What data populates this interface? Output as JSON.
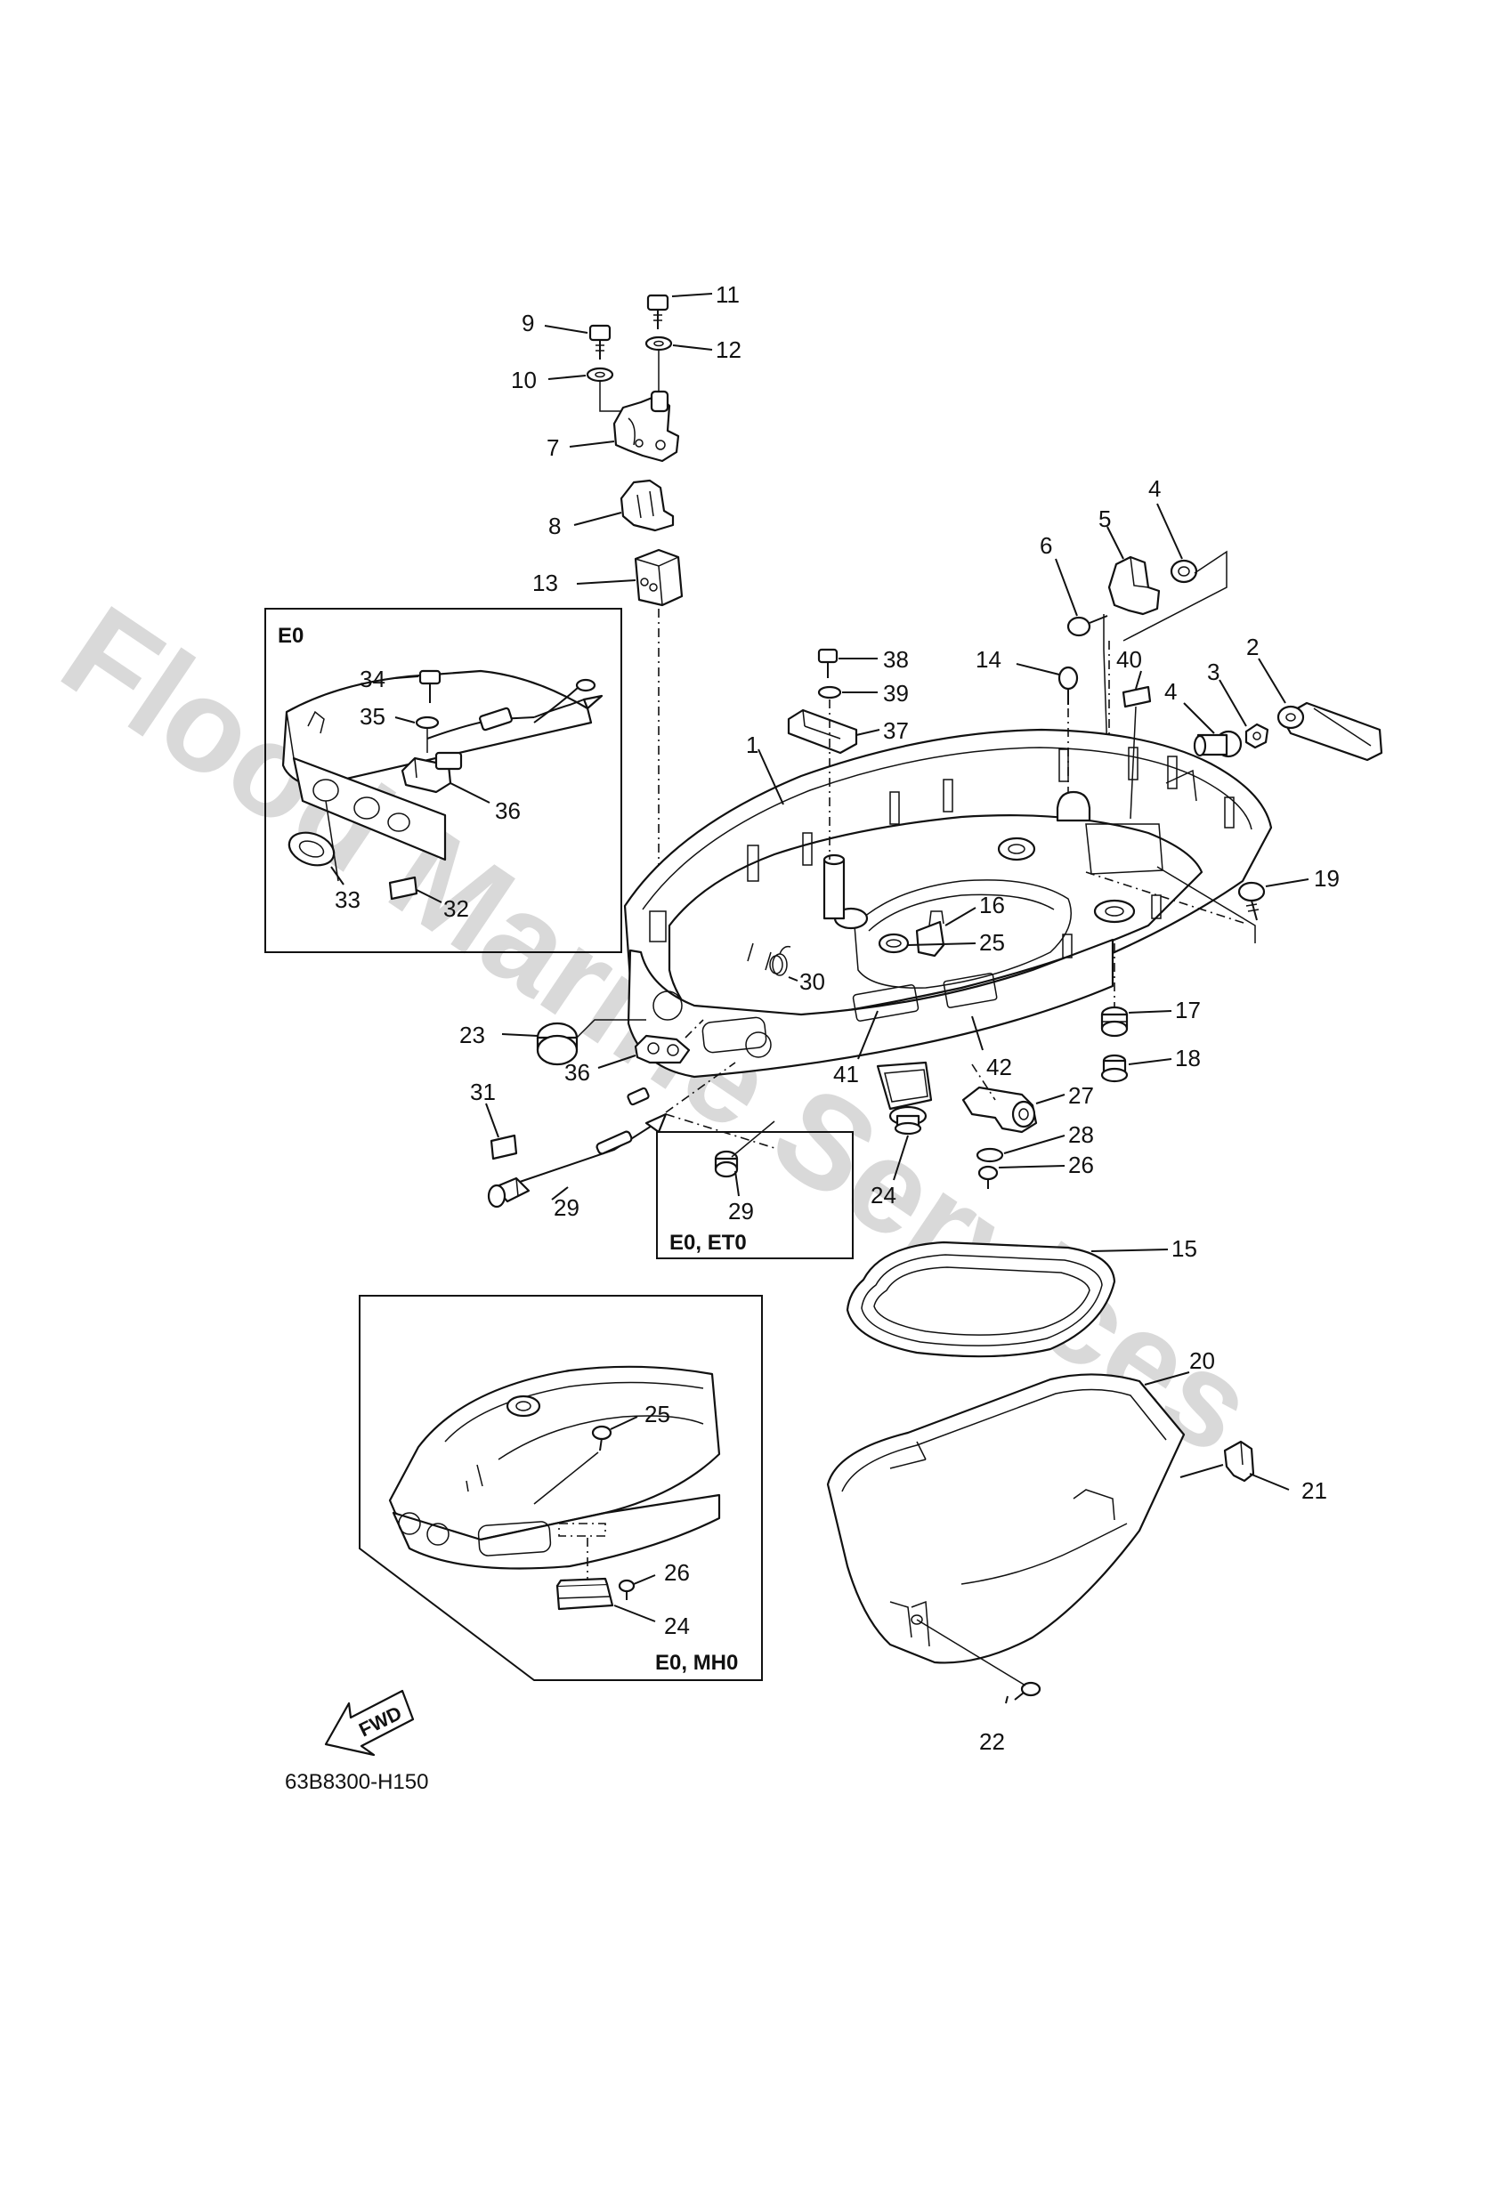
{
  "watermark": "Flood Marine Services",
  "diagram_code": "63B8300-H150",
  "fwd_label": "FWD",
  "insets": {
    "eo": "E0",
    "eo_eto": "E0, ET0",
    "eo_mho": "E0, MH0"
  },
  "parts": {
    "p1": "1",
    "p2": "2",
    "p3": "3",
    "p4a": "4",
    "p4b": "4",
    "p5": "5",
    "p6": "6",
    "p7": "7",
    "p8": "8",
    "p9": "9",
    "p10": "10",
    "p11": "11",
    "p12": "12",
    "p13": "13",
    "p14": "14",
    "p15": "15",
    "p16": "16",
    "p17": "17",
    "p18": "18",
    "p19": "19",
    "p20": "20",
    "p21": "21",
    "p22": "22",
    "p23": "23",
    "p24a": "24",
    "p24b": "24",
    "p25a": "25",
    "p25b": "25",
    "p26a": "26",
    "p26b": "26",
    "p27": "27",
    "p28": "28",
    "p29a": "29",
    "p29b": "29",
    "p30": "30",
    "p31": "31",
    "p32": "32",
    "p33": "33",
    "p34": "34",
    "p35": "35",
    "p36a": "36",
    "p36b": "36",
    "p37": "37",
    "p38": "38",
    "p39": "39",
    "p40": "40",
    "p41": "41",
    "p42": "42"
  }
}
